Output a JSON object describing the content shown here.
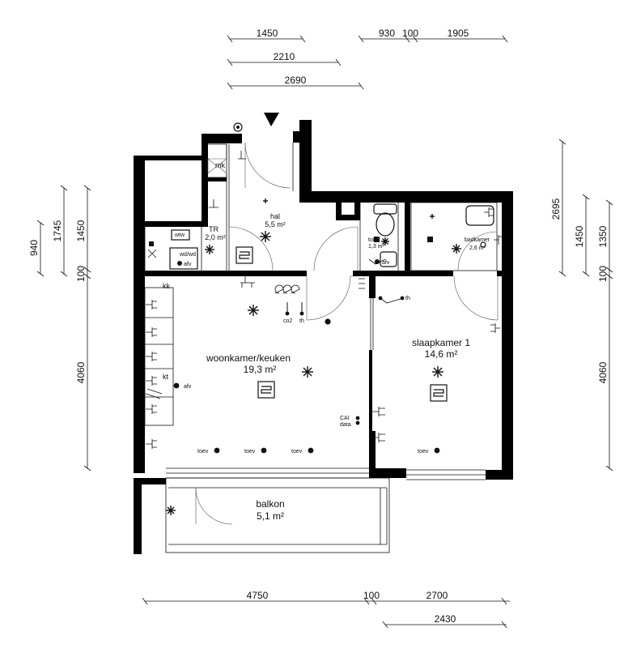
{
  "dimensions": {
    "top_row1": [
      "1450",
      "930",
      "100",
      "1905"
    ],
    "top_row2": "2210",
    "top_row3": "2690",
    "left_col": [
      "940",
      "1745",
      "1450",
      "100",
      "4060"
    ],
    "right_col": [
      "2695",
      "1450",
      "1350",
      "100",
      "4060"
    ],
    "bottom_row1": [
      "4750",
      "100",
      "2700"
    ],
    "bottom_row2": "2430"
  },
  "rooms": {
    "mk": {
      "name": "mk"
    },
    "hal": {
      "name": "hal",
      "area": "5,5 m²"
    },
    "tr": {
      "name": "TR",
      "area": "2,0 m²"
    },
    "wtw": {
      "name": "wtw"
    },
    "wdwd": {
      "name": "wd/wd"
    },
    "toilet": {
      "name": "toil",
      "area": "1,3 m²"
    },
    "badkamer": {
      "name": "badkamer",
      "area": "2,6 m²"
    },
    "woonkamer": {
      "name": "woonkamer/keuken",
      "area": "19,3 m²"
    },
    "slaapkamer": {
      "name": "slaapkamer 1",
      "area": "14,6 m²"
    },
    "balkon": {
      "name": "balkon",
      "area": "5,1 m²"
    }
  },
  "labels": {
    "kk": "kk",
    "kt": "kt",
    "afv": "afv",
    "co2": "co2",
    "th": "th",
    "cai": "CAI",
    "data": "data",
    "toev": "toev"
  },
  "colors": {
    "wall": "#000000",
    "line": "#111111",
    "glass": "#777777"
  }
}
